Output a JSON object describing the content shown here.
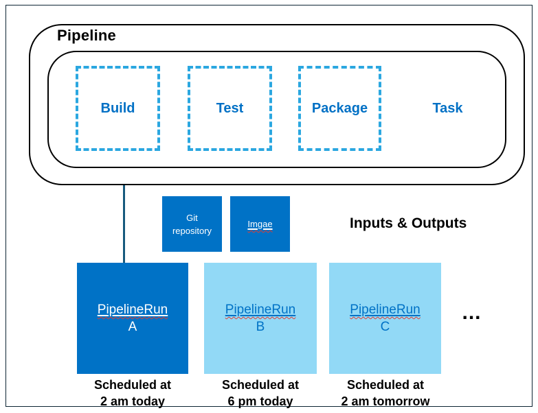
{
  "diagram": {
    "pipeline": {
      "title": "Pipeline",
      "tasks": [
        {
          "label": "Build"
        },
        {
          "label": "Test"
        },
        {
          "label": "Package"
        }
      ],
      "generic_task_label": "Task"
    },
    "io": {
      "git_box": {
        "line1": "Git",
        "line2": "repository"
      },
      "image_box": {
        "label": "Imgae"
      },
      "heading": "Inputs & Outputs"
    },
    "runs": [
      {
        "name": "PipelineRun",
        "letter": "A",
        "caption_line1": "Scheduled at",
        "caption_line2": "2 am today"
      },
      {
        "name": "PipelineRun",
        "letter": "B",
        "caption_line1": "Scheduled at",
        "caption_line2": "6 pm today"
      },
      {
        "name": "PipelineRun",
        "letter": "C",
        "caption_line1": "Scheduled at",
        "caption_line2": "2 am tomorrow"
      }
    ],
    "ellipsis": "...",
    "colors": {
      "dark_blue": "#0072c6",
      "light_blue": "#92d9f6",
      "dashed_border": "#2ba7e0",
      "task_text": "#0070c5",
      "connector": "#175a7e",
      "frame_border": "#0c2433",
      "squiggle_red": "#e03c31"
    }
  }
}
